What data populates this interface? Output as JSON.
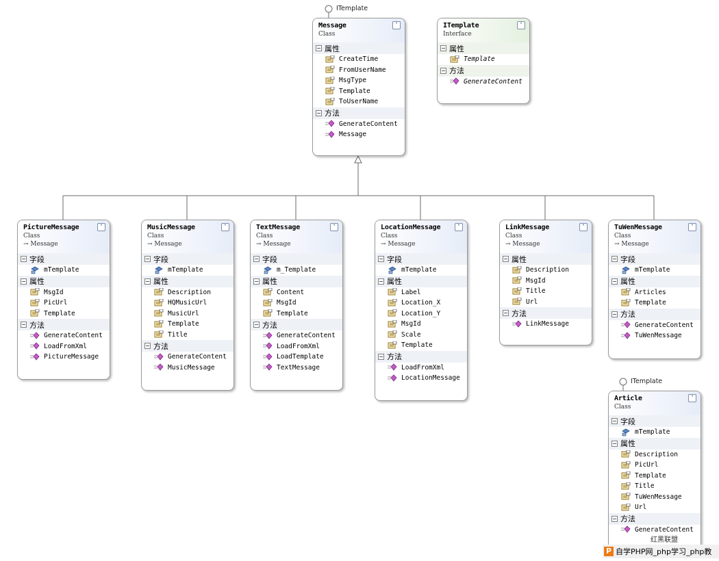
{
  "interface_label": "ITemplate",
  "boxes": {
    "message": {
      "title": "Message",
      "kind": "Class",
      "sections": [
        {
          "label": "属性",
          "members": [
            "CreateTime",
            "FromUserName",
            "MsgType",
            "Template",
            "ToUserName"
          ],
          "icon": "property-icon"
        },
        {
          "label": "方法",
          "members": [
            "GenerateContent",
            "Message"
          ],
          "icon": "method-icon"
        }
      ]
    },
    "itemplate": {
      "title": "ITemplate",
      "kind": "Interface",
      "sections": [
        {
          "label": "属性",
          "members": [
            "Template"
          ],
          "icon": "property-icon"
        },
        {
          "label": "方法",
          "members": [
            "GenerateContent"
          ],
          "icon": "method-icon"
        }
      ]
    },
    "picture": {
      "title": "PictureMessage",
      "kind": "Class",
      "base": "Message",
      "sections": [
        {
          "label": "字段",
          "members": [
            "mTemplate"
          ],
          "icon": "field-icon"
        },
        {
          "label": "属性",
          "members": [
            "MsgId",
            "PicUrl",
            "Template"
          ],
          "icon": "property-icon"
        },
        {
          "label": "方法",
          "members": [
            "GenerateContent",
            "LoadFromXml",
            "PictureMessage"
          ],
          "icon": "method-icon"
        }
      ]
    },
    "music": {
      "title": "MusicMessage",
      "kind": "Class",
      "base": "Message",
      "sections": [
        {
          "label": "字段",
          "members": [
            "mTemplate"
          ],
          "icon": "field-icon"
        },
        {
          "label": "属性",
          "members": [
            "Description",
            "HQMusicUrl",
            "MusicUrl",
            "Template",
            "Title"
          ],
          "icon": "property-icon"
        },
        {
          "label": "方法",
          "members": [
            "GenerateContent",
            "MusicMessage"
          ],
          "icon": "method-icon"
        }
      ]
    },
    "text": {
      "title": "TextMessage",
      "kind": "Class",
      "base": "Message",
      "sections": [
        {
          "label": "字段",
          "members": [
            "m_Template"
          ],
          "icon": "field-icon"
        },
        {
          "label": "属性",
          "members": [
            "Content",
            "MsgId",
            "Template"
          ],
          "icon": "property-icon"
        },
        {
          "label": "方法",
          "members": [
            "GenerateContent",
            "LoadFromXml",
            "LoadTemplate",
            "TextMessage"
          ],
          "icon": "method-icon"
        }
      ]
    },
    "location": {
      "title": "LocationMessage",
      "kind": "Class",
      "base": "Message",
      "sections": [
        {
          "label": "字段",
          "members": [
            "mTemplate"
          ],
          "icon": "field-icon"
        },
        {
          "label": "属性",
          "members": [
            "Label",
            "Location_X",
            "Location_Y",
            "MsgId",
            "Scale",
            "Template"
          ],
          "icon": "property-icon"
        },
        {
          "label": "方法",
          "members": [
            "LoadFromXml",
            "LocationMessage"
          ],
          "icon": "method-icon"
        }
      ]
    },
    "link": {
      "title": "LinkMessage",
      "kind": "Class",
      "base": "Message",
      "sections": [
        {
          "label": "属性",
          "members": [
            "Description",
            "MsgId",
            "Title",
            "Url"
          ],
          "icon": "property-icon"
        },
        {
          "label": "方法",
          "members": [
            "LinkMessage"
          ],
          "icon": "method-icon"
        }
      ]
    },
    "tuwen": {
      "title": "TuWenMessage",
      "kind": "Class",
      "base": "Message",
      "sections": [
        {
          "label": "字段",
          "members": [
            "mTemplate"
          ],
          "icon": "field-icon"
        },
        {
          "label": "属性",
          "members": [
            "Articles",
            "Template"
          ],
          "icon": "property-icon"
        },
        {
          "label": "方法",
          "members": [
            "GenerateContent",
            "TuWenMessage"
          ],
          "icon": "method-icon"
        }
      ]
    },
    "article": {
      "title": "Article",
      "kind": "Class",
      "sections": [
        {
          "label": "字段",
          "members": [
            "mTemplate"
          ],
          "icon": "field-icon"
        },
        {
          "label": "属性",
          "members": [
            "Description",
            "PicUrl",
            "Template",
            "Title",
            "TuWenMessage",
            "Url"
          ],
          "icon": "property-icon"
        },
        {
          "label": "方法",
          "members": [
            "GenerateContent"
          ],
          "icon": "method-icon"
        }
      ]
    }
  },
  "watermark": {
    "bar_text": "自学PHP网_php学习_php教",
    "bar_badge": "P",
    "logo_text": "红黑联盟"
  }
}
